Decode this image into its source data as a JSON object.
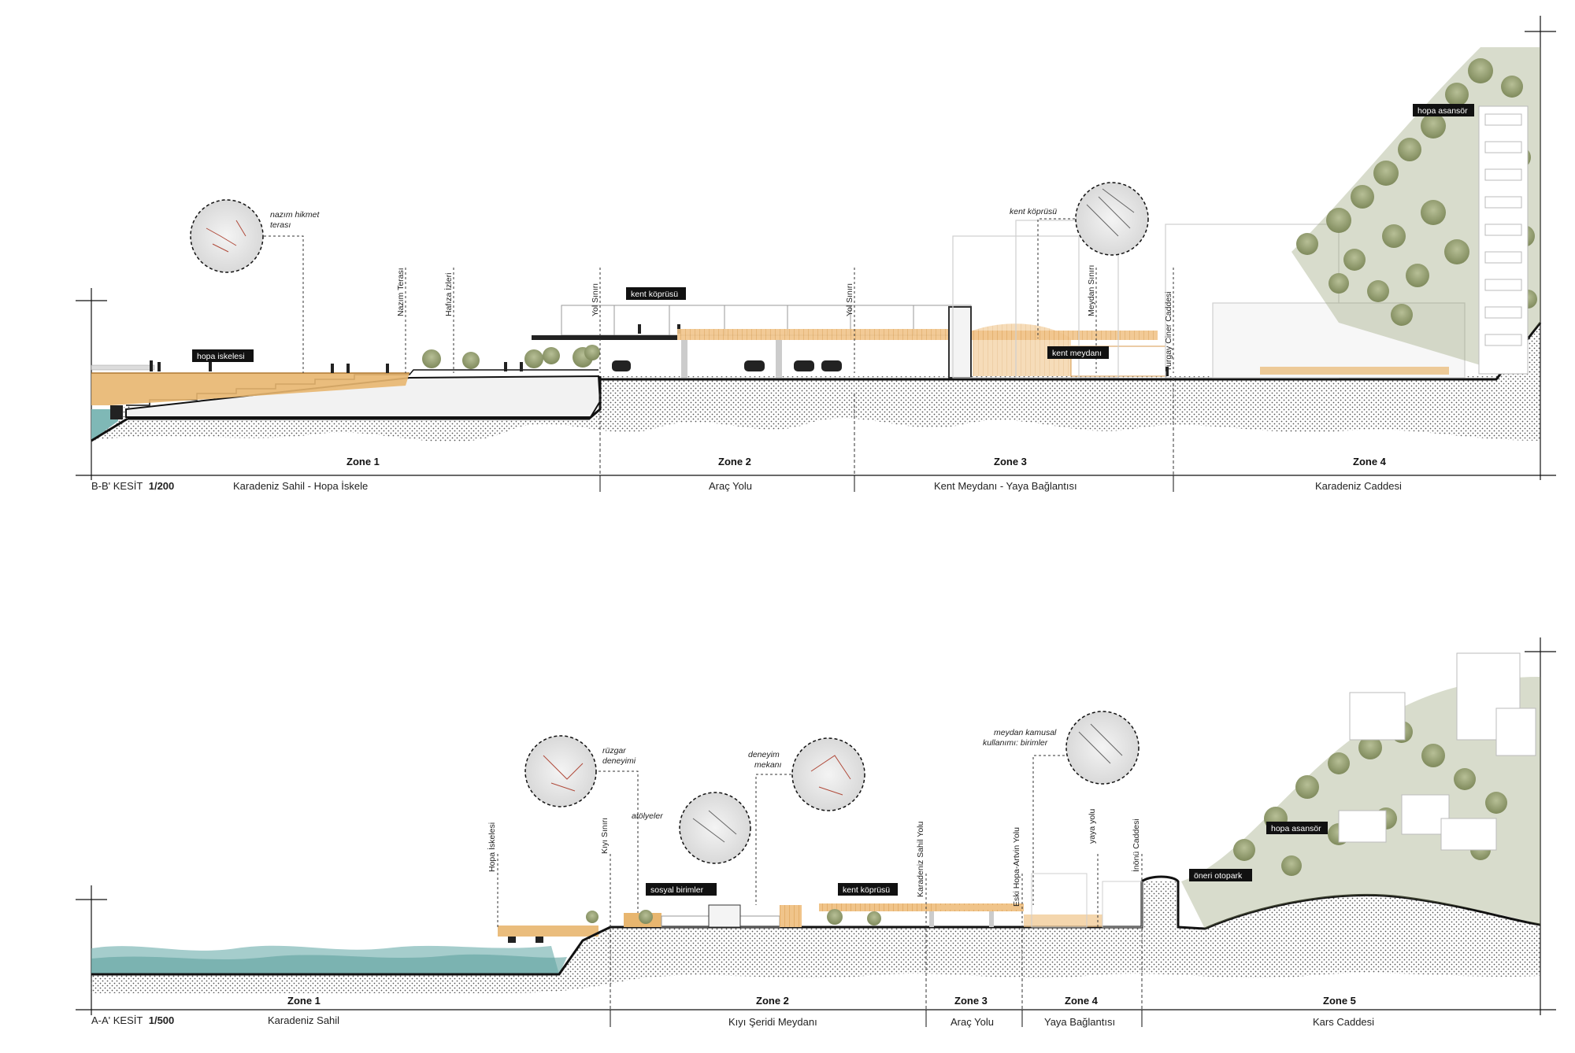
{
  "sections": [
    {
      "id": "bb",
      "title_prefix": "B-B' KESİT",
      "scale": "1/200",
      "zones": [
        {
          "label": "Zone 1",
          "name": "Karadeniz Sahil - Hopa İskele"
        },
        {
          "label": "Zone 2",
          "name": "Araç Yolu"
        },
        {
          "label": "Zone 3",
          "name": "Kent Meydanı - Yaya Bağlantısı"
        },
        {
          "label": "Zone 4",
          "name": "Karadeniz Caddesi"
        }
      ],
      "vertical_labels": [
        "Nazım Terası",
        "Hafıza İzleri",
        "Yol Sınırı",
        "Yol Sınırı",
        "Meydan Sınırı",
        "Turgay Ciner Caddesi"
      ],
      "tags": [
        "hopa iskelesi",
        "kent köprüsü",
        "kent meydanı",
        "hopa asansör"
      ],
      "callouts": [
        {
          "lines": [
            "nazım hikmet",
            "terası"
          ]
        },
        {
          "lines": [
            "kent köprüsü"
          ]
        }
      ]
    },
    {
      "id": "aa",
      "title_prefix": "A-A' KESİT",
      "scale": "1/500",
      "zones": [
        {
          "label": "Zone 1",
          "name": "Karadeniz Sahil"
        },
        {
          "label": "Zone 2",
          "name": "Kıyı Şeridi Meydanı"
        },
        {
          "label": "Zone 3",
          "name": "Araç Yolu"
        },
        {
          "label": "Zone 4",
          "name": "Yaya Bağlantısı"
        },
        {
          "label": "Zone 5",
          "name": "Kars Caddesi"
        }
      ],
      "vertical_labels": [
        "Hopa İskelesi",
        "Kıyı Sınırı",
        "Karadeniz Sahil Yolu",
        "Eski Hopa-Artvin Yolu",
        "yaya yolu",
        "İnönü Caddesi"
      ],
      "tags": [
        "sosyal birimler",
        "kent köprüsü",
        "hopa asansör",
        "öneri otopark"
      ],
      "callouts": [
        {
          "lines": [
            "rüzgar",
            "deneyimi"
          ]
        },
        {
          "lines": [
            "atölyeler"
          ]
        },
        {
          "lines": [
            "deneyim",
            "mekanı"
          ]
        },
        {
          "lines": [
            "meydan kamusal",
            "kullanımı: birimler"
          ]
        }
      ]
    }
  ],
  "colors": {
    "wood": "#e8b66f",
    "water": "#7fb8b6",
    "vegetation": "#8e9a6e",
    "tag_bg": "#111111",
    "ground": "#f2f2f2"
  }
}
